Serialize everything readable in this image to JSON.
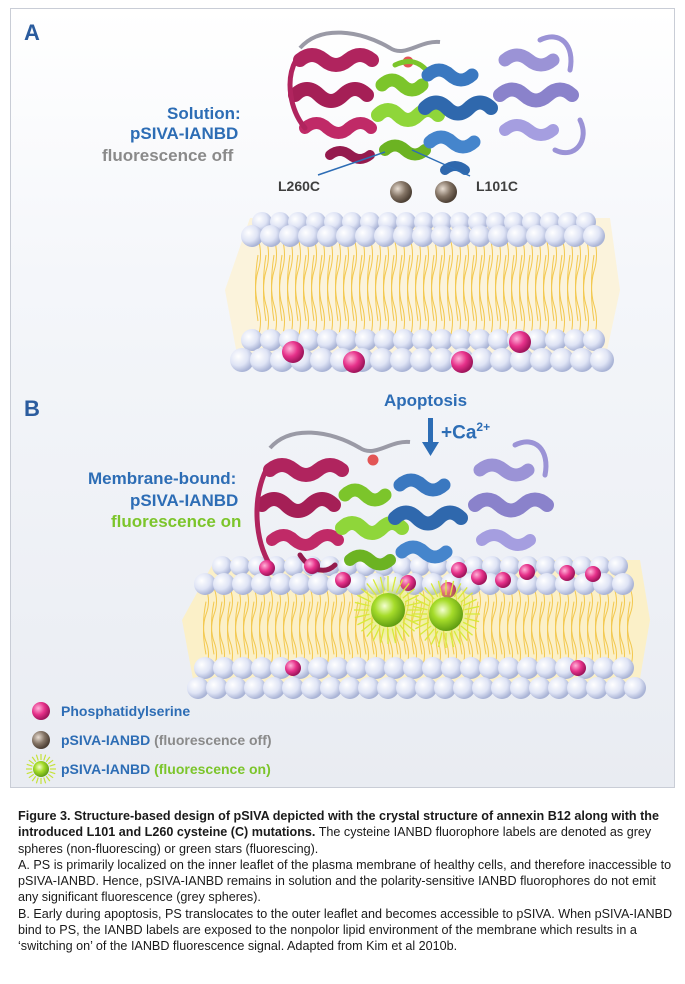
{
  "panels": {
    "a": {
      "letter": "A",
      "state_line1": "Solution:",
      "state_line2": "pSIVA-IANBD",
      "state_line3": "fluorescence off",
      "mutation_left": "L260C",
      "mutation_right": "L101C"
    },
    "b": {
      "letter": "B",
      "trigger": "Apoptosis",
      "ion": "+Ca",
      "ion_charge": "2+",
      "state_line1": "Membrane-bound:",
      "state_line2": "pSIVA-IANBD",
      "state_line3": "fluorescence on"
    }
  },
  "legend": {
    "ps": "Phosphatidylserine",
    "off_name": "pSIVA-IANBD",
    "off_state": "(fluorescence off)",
    "on_name": "pSIVA-IANBD",
    "on_state": "(fluorescence on)"
  },
  "caption": {
    "title": "Figure 3. Structure-based design of pSIVA depicted with  the crystal structure of annexin B12 along with the  introduced L101 and L260 cysteine (C) mutations.",
    "intro": " The cysteine IANBD fluorophore labels are denoted as grey spheres (non-fluorescing) or green stars (fluorescing).",
    "para_a": " A. PS is primarily localized on the inner leaflet of the plasma membrane of healthy cells, and therefore inaccessible to pSIVA-IANBD. Hence, pSIVA-IANBD remains in solution and the polarity-sensitive IANBD fluorophores do not emit any significant fluorescence (grey spheres).",
    "para_b": "B. Early during apoptosis, PS translocates to the outer leaflet and becomes accessible to pSIVA.  When pSIVA-IANBD bind to PS, the IANBD labels are  exposed to the nonpolor lipid environment of the membrane which results in a ‘switching on’ of the IANBD fluorescence signal. Adapted from Kim et al 2010b."
  },
  "colors": {
    "magenta_domain": "#b0245e",
    "green_domain": "#7cc52b",
    "blue_domain": "#3a78c0",
    "lavender_domain": "#9b93d6",
    "lipid_head": "#dfe4f5",
    "lipid_tail": "#f3c84e",
    "ps_pink": "#e6318a",
    "fluor_off": "#857566",
    "fluor_on": "#a6dc2a",
    "label_blue": "#2d6db5"
  }
}
